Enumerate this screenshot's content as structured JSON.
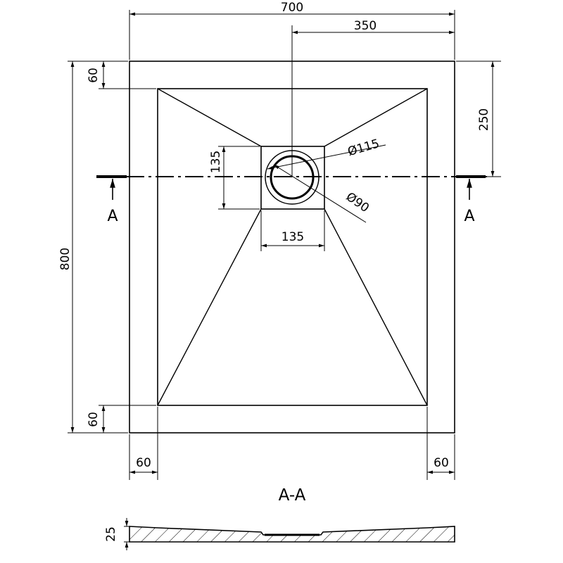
{
  "dimensions": {
    "total_width": "700",
    "half_width": "350",
    "total_depth": "800",
    "drain_offset": "250",
    "border_top": "60",
    "border_bottom": "60",
    "border_left": "60",
    "border_right": "60",
    "drain_square_height": "135",
    "drain_square_width": "135",
    "drain_outer_diameter": "Ø115",
    "drain_inner_diameter": "Ø90",
    "profile_height": "25"
  },
  "section": {
    "left_marker": "A",
    "right_marker": "A",
    "title": "A-A"
  }
}
